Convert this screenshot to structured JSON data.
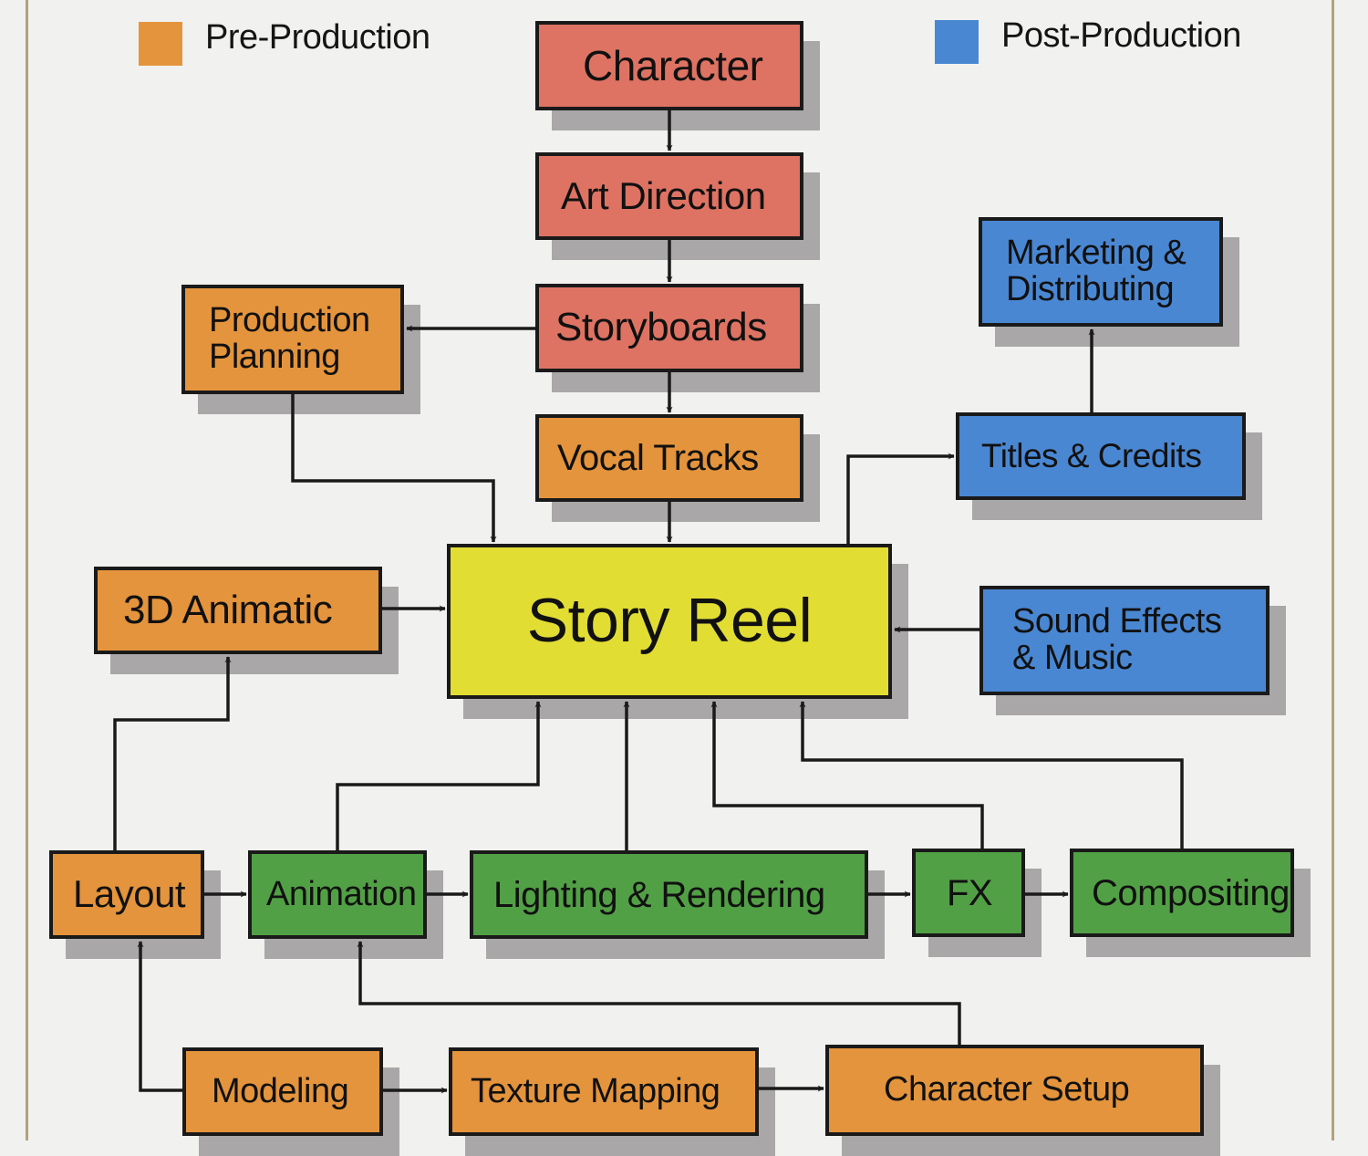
{
  "colors": {
    "pre_production": "#e4943c",
    "post_production": "#4a87d2",
    "story_development": "#de7363",
    "production": "#52a045",
    "story_reel": "#e2dd33",
    "arrow": "#1a1a1a"
  },
  "legend": [
    {
      "id": "pre",
      "label": "Pre-Production",
      "color_key": "pre_production"
    },
    {
      "id": "post",
      "label": "Post-Production",
      "color_key": "post_production"
    }
  ],
  "nodes": [
    {
      "id": "character",
      "label": "Character",
      "category": "story_development"
    },
    {
      "id": "art_direction",
      "label": "Art Direction",
      "category": "story_development"
    },
    {
      "id": "storyboards",
      "label": "Storyboards",
      "category": "story_development"
    },
    {
      "id": "production_planning",
      "label": "Production\nPlanning",
      "category": "pre_production"
    },
    {
      "id": "vocal_tracks",
      "label": "Vocal Tracks",
      "category": "pre_production"
    },
    {
      "id": "marketing",
      "label": "Marketing &\nDistributing",
      "category": "post_production"
    },
    {
      "id": "titles_credits",
      "label": "Titles & Credits",
      "category": "post_production"
    },
    {
      "id": "animatic_3d",
      "label": "3D Animatic",
      "category": "pre_production"
    },
    {
      "id": "story_reel",
      "label": "Story Reel",
      "category": "story_reel"
    },
    {
      "id": "sound_effects",
      "label": "Sound Effects\n& Music",
      "category": "post_production"
    },
    {
      "id": "layout",
      "label": "Layout",
      "category": "pre_production"
    },
    {
      "id": "animation",
      "label": "Animation",
      "category": "production"
    },
    {
      "id": "lighting_rendering",
      "label": "Lighting & Rendering",
      "category": "production"
    },
    {
      "id": "fx",
      "label": "FX",
      "category": "production"
    },
    {
      "id": "compositing",
      "label": "Compositing",
      "category": "production"
    },
    {
      "id": "modeling",
      "label": "Modeling",
      "category": "pre_production"
    },
    {
      "id": "texture_mapping",
      "label": "Texture Mapping",
      "category": "pre_production"
    },
    {
      "id": "character_setup",
      "label": "Character Setup",
      "category": "pre_production"
    }
  ],
  "edges": [
    {
      "from": "character",
      "to": "art_direction"
    },
    {
      "from": "art_direction",
      "to": "storyboards"
    },
    {
      "from": "storyboards",
      "to": "production_planning"
    },
    {
      "from": "storyboards",
      "to": "vocal_tracks"
    },
    {
      "from": "production_planning",
      "to": "story_reel"
    },
    {
      "from": "vocal_tracks",
      "to": "story_reel"
    },
    {
      "from": "story_reel",
      "to": "titles_credits"
    },
    {
      "from": "titles_credits",
      "to": "marketing"
    },
    {
      "from": "animatic_3d",
      "to": "story_reel"
    },
    {
      "from": "sound_effects",
      "to": "story_reel"
    },
    {
      "from": "layout",
      "to": "animatic_3d"
    },
    {
      "from": "layout",
      "to": "animation"
    },
    {
      "from": "animation",
      "to": "story_reel"
    },
    {
      "from": "animation",
      "to": "lighting_rendering"
    },
    {
      "from": "lighting_rendering",
      "to": "story_reel"
    },
    {
      "from": "lighting_rendering",
      "to": "fx"
    },
    {
      "from": "fx",
      "to": "story_reel"
    },
    {
      "from": "fx",
      "to": "compositing"
    },
    {
      "from": "compositing",
      "to": "story_reel"
    },
    {
      "from": "modeling",
      "to": "layout"
    },
    {
      "from": "modeling",
      "to": "texture_mapping"
    },
    {
      "from": "texture_mapping",
      "to": "character_setup"
    },
    {
      "from": "character_setup",
      "to": "animation"
    }
  ]
}
